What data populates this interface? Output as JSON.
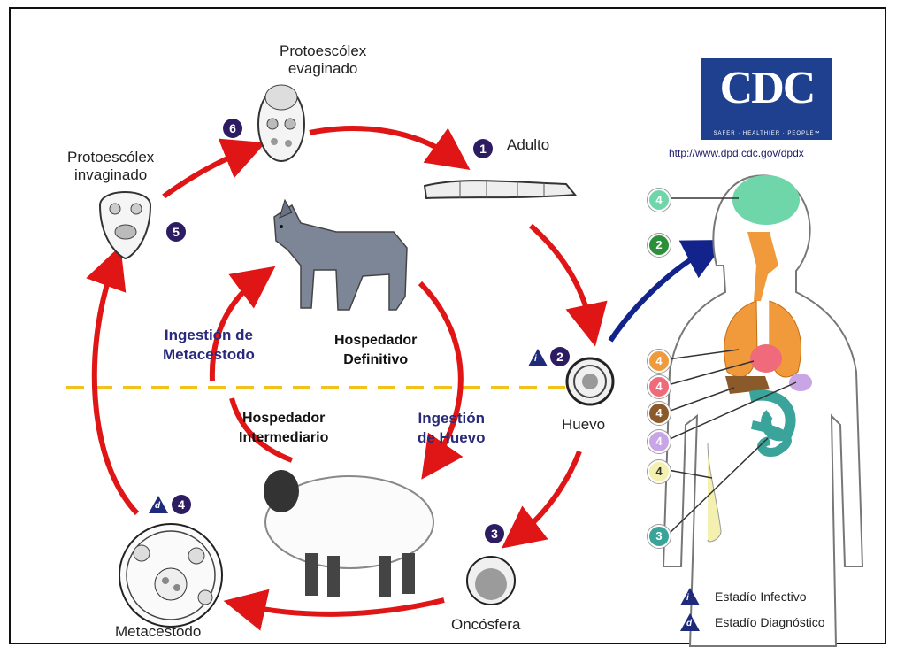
{
  "labels": {
    "protoescolex_evaginado": [
      "Protoescólex",
      "evaginado"
    ],
    "protoescolex_invaginado": [
      "Protoescólex",
      "invaginado"
    ],
    "adulto": "Adulto",
    "huevo": "Huevo",
    "oncosfera": "Oncósfera",
    "metacestodo": "Metacestodo"
  },
  "hosts": {
    "definitivo": [
      "Hospedador",
      "Definitivo"
    ],
    "intermediario": [
      "Hospedador",
      "Intermediario"
    ]
  },
  "ingestion": {
    "metacestodo": [
      "Ingestión de",
      "Metacestodo"
    ],
    "huevo": [
      "Ingestión",
      "de Huevo"
    ]
  },
  "stage_numbers": {
    "adulto": "1",
    "huevo": "2",
    "oncosfera": "3",
    "metacestodo": "4",
    "invaginado": "5",
    "evaginado": "6",
    "human_route": "2"
  },
  "stage_markers": {
    "infective": "i",
    "diagnostic": "d"
  },
  "human_stage_numbers": [
    "4",
    "4",
    "4",
    "4",
    "4",
    "4",
    "3"
  ],
  "human_stage_colors": {
    "brain": "#6fd6a9",
    "lungs": "#f19a3b",
    "heart": "#ef6a7a",
    "liver": "#8a5a2b",
    "spleen": "#c8a6e6",
    "bone": "#f3f0b0",
    "intestine": "#3aa39a"
  },
  "cdc": {
    "logo_text": "CDC",
    "tagline": "SAFER · HEALTHIER · PEOPLE™",
    "url": "http://www.dpd.cdc.gov/dpdx"
  },
  "legend": {
    "infective": "Estadío Infectivo",
    "diagnostic": "Estadío Diagnóstico"
  },
  "colors": {
    "arrow_red": "#e01616",
    "arrow_blue": "#13238c",
    "dashed_line": "#f2c21b",
    "badge": "#2e1c63",
    "cdc_blue": "#1f3f8f"
  }
}
